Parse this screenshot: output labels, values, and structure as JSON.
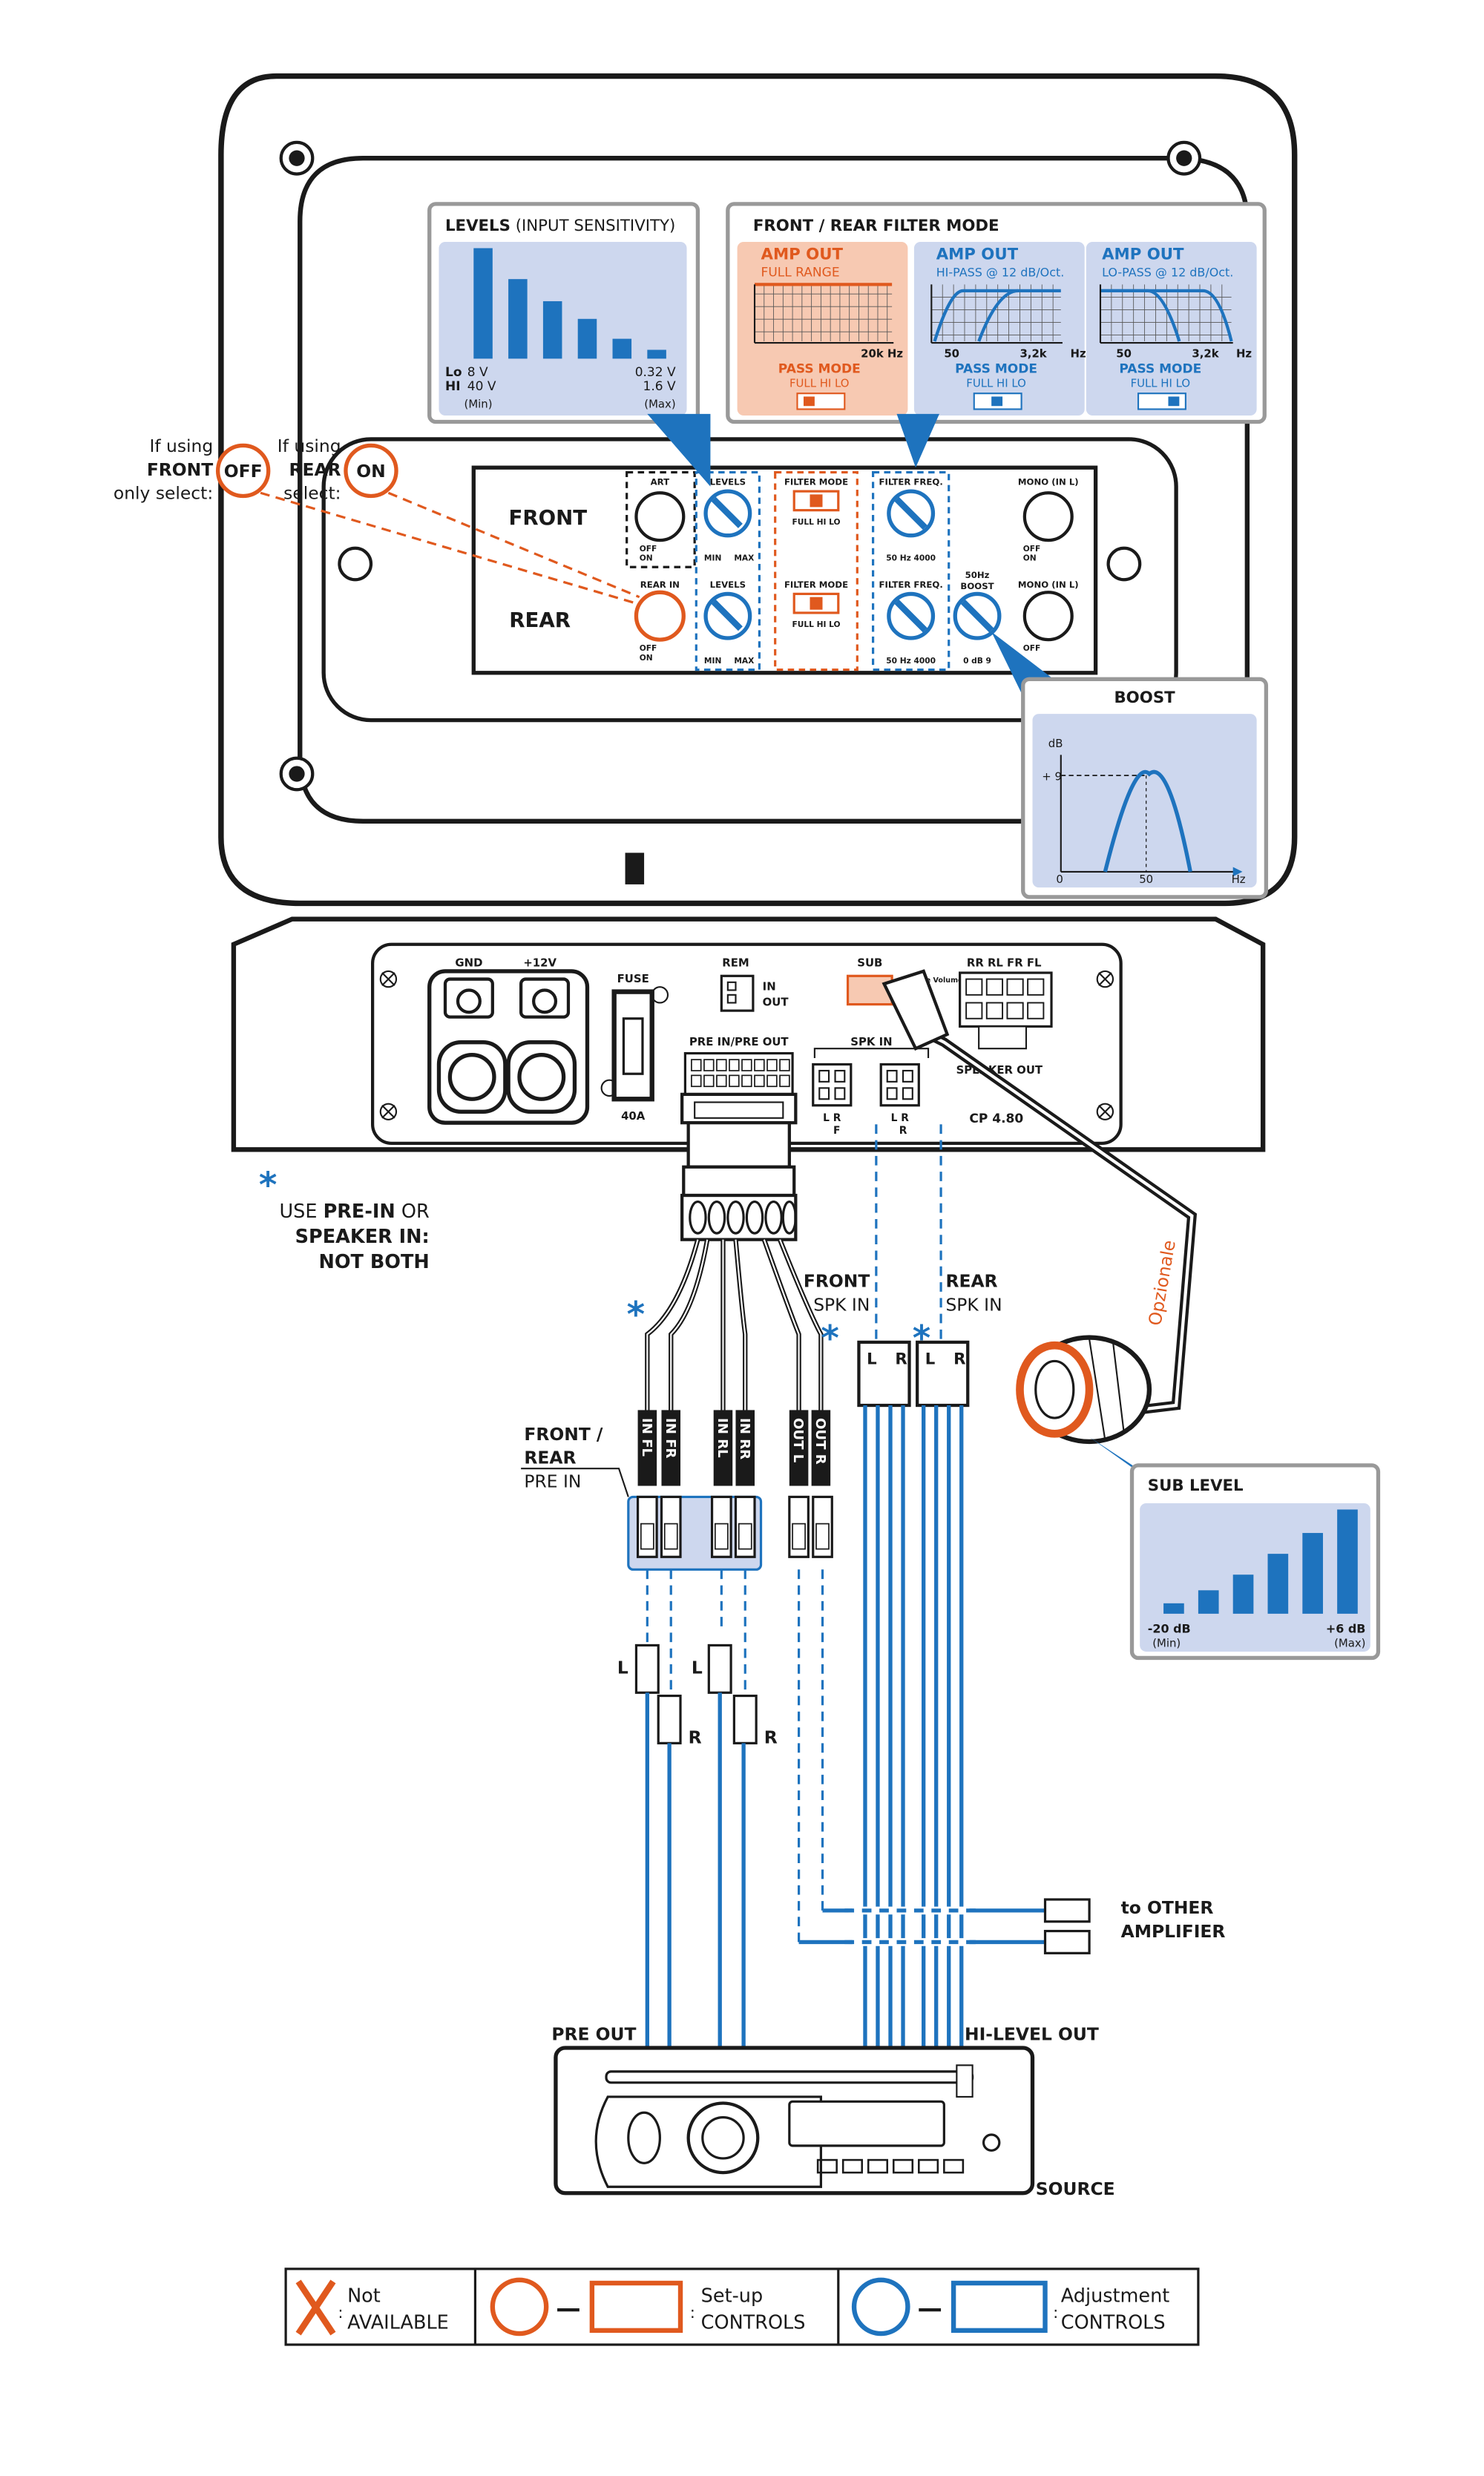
{
  "colors": {
    "blue": "#1e73be",
    "orange": "#e0591e",
    "panel_blue": "#cdd7ee",
    "panel_orange": "#f7c9b2",
    "dark": "#1a1a1a"
  },
  "callouts": {
    "levels": {
      "title_bold": "LEVELS",
      "title_rest": "(INPUT SENSITIVITY)",
      "lo": "Lo",
      "hi": "HI",
      "lo_left": "8 V",
      "hi_left": "40 V",
      "min": "(Min)",
      "lo_right": "0.32 V",
      "hi_right": "1.6 V",
      "max": "(Max)"
    },
    "filter_mode": {
      "title": "FRONT / REAR FILTER MODE",
      "full": {
        "amp_out": "AMP OUT",
        "subtitle": "FULL RANGE",
        "freq": "20k Hz",
        "pass_mode": "PASS MODE",
        "options": "FULL   HI   LO"
      },
      "hipass": {
        "amp_out": "AMP OUT",
        "subtitle": "HI-PASS @ 12 dB/Oct.",
        "f1": "50",
        "f2": "3,2k",
        "hz": "Hz",
        "pass_mode": "PASS MODE",
        "options": "FULL   HI   LO"
      },
      "lopass": {
        "amp_out": "AMP OUT",
        "subtitle": "LO-PASS @ 12 dB/Oct.",
        "f1": "50",
        "f2": "3,2k",
        "hz": "Hz",
        "pass_mode": "PASS MODE",
        "options": "FULL   HI   LO"
      }
    },
    "boost": {
      "title": "BOOST",
      "db": "dB",
      "plus9": "+ 9",
      "zero": "0",
      "fifty": "50",
      "hz": "Hz"
    },
    "sub_level": {
      "title": "SUB LEVEL",
      "left": "-20 dB",
      "left_sub": "(Min)",
      "right": "+6 dB",
      "right_sub": "(Max)"
    }
  },
  "note_select": {
    "front_line1": "If using",
    "front_line2": "FRONT",
    "front_line3": "only select:",
    "front_badge": "OFF",
    "rear_line1": "If using",
    "rear_line2": "REAR",
    "rear_line3": "select:",
    "rear_badge": "ON"
  },
  "control_panel": {
    "front": "FRONT",
    "rear": "REAR",
    "art": "ART",
    "rear_in": "REAR IN",
    "off": "OFF",
    "on": "ON",
    "levels": "LEVELS",
    "min": "MIN",
    "max": "MAX",
    "filter_mode": "FILTER MODE",
    "full_hi_lo": "FULL   HI   LO",
    "filter_freq": "FILTER FREQ.",
    "freq_scale": "50  Hz  4000",
    "boost_top": "50Hz",
    "boost": "BOOST",
    "boost_scale": "0  dB  9",
    "mono": "MONO (IN L)"
  },
  "amp_side": {
    "gnd": "GND",
    "plus12": "+12V",
    "fuse": "FUSE",
    "fuse_val": "40A",
    "rem": "REM",
    "in": "IN",
    "out": "OUT",
    "pre_in_out": "PRE IN/PRE OUT",
    "spk_in": "SPK IN",
    "sub": "SUB",
    "remote_volume": "Remote Volume",
    "channels": "RR  RL  FR  FL",
    "speaker_out": "SPEAKER OUT",
    "model": "CP 4.80",
    "f_lr": "L  R",
    "f": "F",
    "r_lr": "L  R",
    "r": "R"
  },
  "wiring": {
    "asterisk": "*",
    "note_line1_a": "USE ",
    "note_line1_b": "PRE-IN",
    "note_line1_c": " OR",
    "note_line2": "SPEAKER IN:",
    "note_line3": "NOT BOTH",
    "front_spk": "FRONT",
    "front_spk2": "SPK IN",
    "rear_spk": "REAR",
    "rear_spk2": "SPK IN",
    "cables": [
      "IN FL",
      "IN FR",
      "IN RL",
      "IN RR",
      "OUT L",
      "OUT R"
    ],
    "pre_in_label1": "FRONT /",
    "pre_in_label2": "REAR",
    "pre_in_label3": "PRE IN",
    "l": "L",
    "r": "R",
    "optional": "Opzionale",
    "other_amp1": "to OTHER",
    "other_amp2": "AMPLIFIER",
    "pre_out": "PRE OUT",
    "hi_level_out": "HI-LEVEL OUT",
    "source": "SOURCE"
  },
  "legend": {
    "not_available_1": "Not",
    "not_available_2": "AVAILABLE",
    "setup_1": "Set-up",
    "setup_2": "CONTROLS",
    "adjust_1": "Adjustment",
    "adjust_2": "CONTROLS",
    "colon": ":"
  },
  "chart_data": [
    {
      "type": "bar",
      "title": "LEVELS (INPUT SENSITIVITY)",
      "values": [
        100,
        72,
        52,
        36,
        18,
        8
      ]
    },
    {
      "type": "bar",
      "title": "SUB LEVEL",
      "values": [
        8,
        18,
        30,
        46,
        62,
        80
      ]
    }
  ]
}
